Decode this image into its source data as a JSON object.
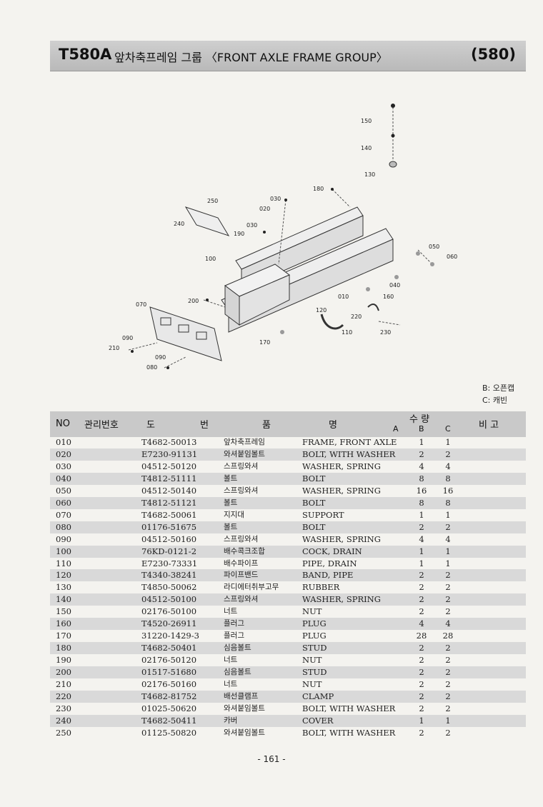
{
  "header": {
    "model": "T580A",
    "title": "앞차축프레임 그룹 〈FRONT AXLE FRAME GROUP〉",
    "page_code": "(580)"
  },
  "diagram_labels": [
    "150",
    "140",
    "130",
    "180",
    "030",
    "020",
    "250",
    "240",
    "030",
    "190",
    "100",
    "050",
    "060",
    "040",
    "010",
    "160",
    "070",
    "200",
    "120",
    "220",
    "110",
    "230",
    "170",
    "090",
    "210",
    "090",
    "080"
  ],
  "legend": {
    "b": "B: 오픈캡",
    "c": "C: 캐빈"
  },
  "table": {
    "headers": {
      "no": "NO",
      "mgmt": "관리번호",
      "do": "도",
      "beon": "번",
      "pum": "품",
      "myeong": "명",
      "suryang": "수  량",
      "a": "A",
      "b": "B",
      "c": "C",
      "bigo": "비  고"
    },
    "rows": [
      {
        "no": "010",
        "part": "T4682-50013",
        "kr": "앞차축프레임",
        "en": "FRAME, FRONT AXLE",
        "b": "1",
        "c": "1"
      },
      {
        "no": "020",
        "part": "E7230-91131",
        "kr": "와셔붙임볼트",
        "en": "BOLT, WITH WASHER",
        "b": "2",
        "c": "2"
      },
      {
        "no": "030",
        "part": "04512-50120",
        "kr": "스프링와셔",
        "en": "WASHER, SPRING",
        "b": "4",
        "c": "4"
      },
      {
        "no": "040",
        "part": "T4812-51111",
        "kr": "볼트",
        "en": "BOLT",
        "b": "8",
        "c": "8"
      },
      {
        "no": "050",
        "part": "04512-50140",
        "kr": "스프링와셔",
        "en": "WASHER, SPRING",
        "b": "16",
        "c": "16"
      },
      {
        "no": "060",
        "part": "T4812-51121",
        "kr": "볼트",
        "en": "BOLT",
        "b": "8",
        "c": "8"
      },
      {
        "no": "070",
        "part": "T4682-50061",
        "kr": "지지대",
        "en": "SUPPORT",
        "b": "1",
        "c": "1"
      },
      {
        "no": "080",
        "part": "01176-51675",
        "kr": "볼트",
        "en": "BOLT",
        "b": "2",
        "c": "2"
      },
      {
        "no": "090",
        "part": "04512-50160",
        "kr": "스프링와셔",
        "en": "WASHER, SPRING",
        "b": "4",
        "c": "4"
      },
      {
        "no": "100",
        "part": "76KD-0121-2",
        "kr": "배수콕크조합",
        "en": "COCK, DRAIN",
        "b": "1",
        "c": "1"
      },
      {
        "no": "110",
        "part": "E7230-73331",
        "kr": "배수파이프",
        "en": "PIPE, DRAIN",
        "b": "1",
        "c": "1"
      },
      {
        "no": "120",
        "part": "T4340-38241",
        "kr": "파이프밴드",
        "en": "BAND, PIPE",
        "b": "2",
        "c": "2"
      },
      {
        "no": "130",
        "part": "T4850-50062",
        "kr": "라디에터취부고무",
        "en": "RUBBER",
        "b": "2",
        "c": "2"
      },
      {
        "no": "140",
        "part": "04512-50100",
        "kr": "스프링와셔",
        "en": "WASHER, SPRING",
        "b": "2",
        "c": "2"
      },
      {
        "no": "150",
        "part": "02176-50100",
        "kr": "너트",
        "en": "NUT",
        "b": "2",
        "c": "2"
      },
      {
        "no": "160",
        "part": "T4520-26911",
        "kr": "플러그",
        "en": "PLUG",
        "b": "4",
        "c": "4"
      },
      {
        "no": "170",
        "part": "31220-1429-3",
        "kr": "플러그",
        "en": "PLUG",
        "b": "28",
        "c": "28"
      },
      {
        "no": "180",
        "part": "T4682-50401",
        "kr": "심음볼트",
        "en": "STUD",
        "b": "2",
        "c": "2"
      },
      {
        "no": "190",
        "part": "02176-50120",
        "kr": "너트",
        "en": "NUT",
        "b": "2",
        "c": "2"
      },
      {
        "no": "200",
        "part": "01517-51680",
        "kr": "심음볼트",
        "en": "STUD",
        "b": "2",
        "c": "2"
      },
      {
        "no": "210",
        "part": "02176-50160",
        "kr": "너트",
        "en": "NUT",
        "b": "2",
        "c": "2"
      },
      {
        "no": "220",
        "part": "T4682-81752",
        "kr": "배선클램프",
        "en": "CLAMP",
        "b": "2",
        "c": "2"
      },
      {
        "no": "230",
        "part": "01025-50620",
        "kr": "와셔붙임볼트",
        "en": "BOLT, WITH WASHER",
        "b": "2",
        "c": "2"
      },
      {
        "no": "240",
        "part": "T4682-50411",
        "kr": "카버",
        "en": "COVER",
        "b": "1",
        "c": "1"
      },
      {
        "no": "250",
        "part": "01125-50820",
        "kr": "와셔붙임볼트",
        "en": "BOLT, WITH WASHER",
        "b": "2",
        "c": "2"
      }
    ]
  },
  "footer": {
    "page": "- 161 -"
  }
}
